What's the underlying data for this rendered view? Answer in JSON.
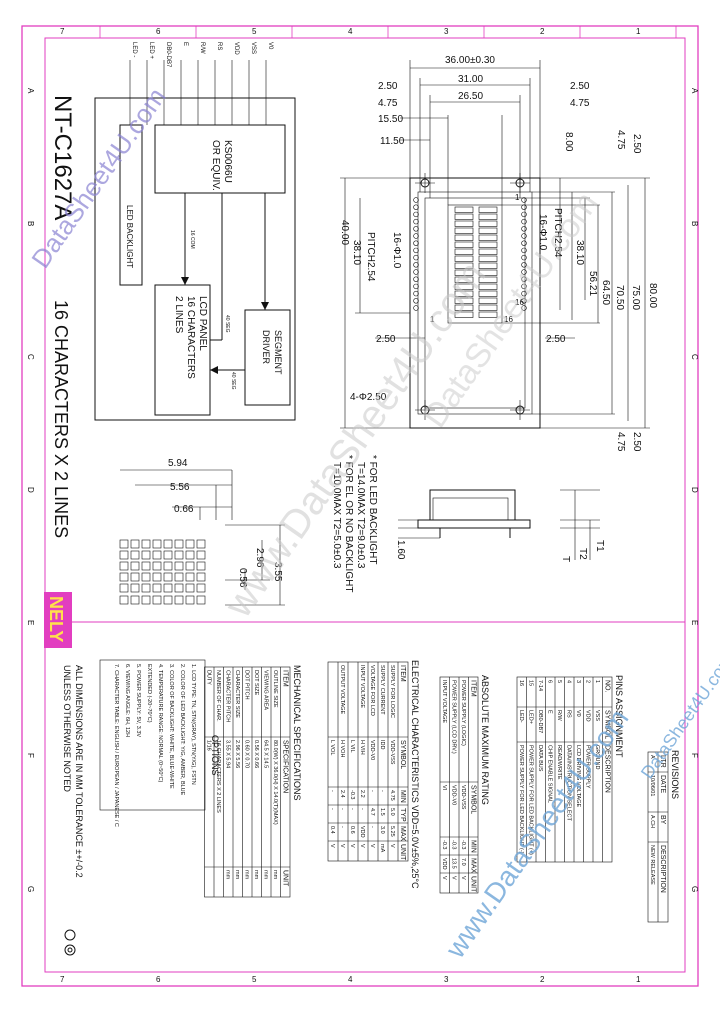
{
  "title": {
    "model": "NT-C1627A",
    "subtitle": "16 CHARACTERS X 2 LINES"
  },
  "logo": {
    "text": "NELY"
  },
  "watermarks": [
    "DataSheet4U.com",
    "www.DataSheet4U.com",
    "DataSheet4U.com",
    "www.DataSheet4U.com",
    "DataSheet4U.com"
  ],
  "border": {
    "cols_top": [
      "7",
      "6",
      "5",
      "4",
      "3",
      "2",
      "1"
    ],
    "rows_side": [
      "A",
      "B",
      "C",
      "D",
      "E",
      "F",
      "G"
    ]
  },
  "block": {
    "pins": [
      "LED -",
      "LED +",
      "DB0-DB7",
      "E",
      "R/W",
      "RS",
      "VDD",
      "VSS",
      "V0"
    ],
    "controller": [
      "KS0066U",
      "OR EQUIV."
    ],
    "backlight": [
      "LED BACKLIGHT"
    ],
    "lcd": [
      "LCD PANEL",
      "16 CHARACTERS",
      "2 LINES"
    ],
    "segment": [
      "SEGMENT",
      "DRIVER"
    ],
    "com_label": "16 COM",
    "seg_label": "40 SEG",
    "seg_label2": "40 SEG"
  },
  "dims_top": {
    "overall": "36.00±0.30",
    "d31": "31.00",
    "d2650": "26.50",
    "d250a": "2.50",
    "d250b": "2.50",
    "d475a": "4.75",
    "d475b": "4.75",
    "d1550": "15.50",
    "d1150": "11.50"
  },
  "dims_right": {
    "d800": "8.00",
    "d475": "4.75",
    "d250": "2.50",
    "d8000": "80.00",
    "d7500": "75.00",
    "d7050": "70.50",
    "d6450": "64.50",
    "d5621": "56.21",
    "d3810": "38.10",
    "pitch": "PITCH2.54",
    "phi": "16-Φ1.0",
    "d250c": "2.50",
    "d250d": "2.50",
    "d475d": "4.75"
  },
  "dims_left": {
    "d4000": "40.00",
    "d3810": "38.10",
    "pitch": "PITCH2.54",
    "phi": "16-Φ1.0",
    "d250": "2.50",
    "holes": "4-Φ2.50",
    "pin1": "1",
    "pin16": "16",
    "pin1b": "1",
    "pin16b": "16"
  },
  "notes_side": {
    "n1": "* FOR LED BACKLIGHT",
    "n2": "T=14.0MAX  T2=9.0±0.3",
    "n3": "* FOR EL OR NO BACKLIGHT",
    "n4": "T=10.0MAX  T2=5.0±0.3"
  },
  "side_dims": {
    "t": "T",
    "t1": "T1",
    "t2": "T2",
    "d160": "1.60"
  },
  "char_dims": {
    "d594": "5.94",
    "d556": "5.56",
    "d066": "0.66",
    "d355": "3.55",
    "d296": "2.96",
    "d056": "0.56"
  },
  "revisions": {
    "title": "REVISIONS",
    "headers": [
      "LTR",
      "DATE",
      "BY",
      "DESCRIPTION"
    ],
    "rows": [
      [
        "A",
        "10/06/01",
        "A.CH",
        "NEW RELEASE"
      ]
    ]
  },
  "pins_assignment": {
    "title": "PINS ASSIGNMENT",
    "headers": [
      "NO.",
      "SYMBOL",
      "DESCRIPTION"
    ],
    "rows": [
      [
        "1",
        "VSS",
        "GROUND"
      ],
      [
        "2",
        "VDD",
        "POWER SUPPLY"
      ],
      [
        "3",
        "V0",
        "LCD DRIVING VOLTAGE"
      ],
      [
        "4",
        "RS",
        "DATA/INSTRUCTION SELECT"
      ],
      [
        "5",
        "R/W",
        "READ/WRITE"
      ],
      [
        "6",
        "E",
        "CHIP ENABLE SIGNAL"
      ],
      [
        "7-14",
        "DB0-DB7",
        "DATA BUS"
      ],
      [
        "15",
        "LED+",
        "POWER SUPPLY FOR LED BACKLIGHT (+)"
      ],
      [
        "16",
        "LED-",
        "POWER SUPPLY FOR LED BACKLIGHT (-)"
      ]
    ]
  },
  "abs_max": {
    "title": "ABSOLUTE MAXIMUM RATING",
    "headers": [
      "ITEM",
      "SYMBOL",
      "MIN",
      "MAX",
      "UNIT"
    ],
    "rows": [
      [
        "POWER SUPPLY (LOGIC)",
        "VDD-VSS",
        "-0.3",
        "7.0",
        "V"
      ],
      [
        "POWER SUPPLY (LCD DRV.)",
        "VDD-V0",
        "-0.3",
        "13.5",
        "V"
      ],
      [
        "INPUT VOLTAGE",
        "VI",
        "-0.3",
        "VDD",
        "V"
      ]
    ]
  },
  "elec": {
    "title": "ELECTRICAL CHARACTERISTICS  VDD=5.0V±5%,25°C",
    "headers": [
      "ITEM",
      "SYMBOL",
      "MIN",
      "TYP",
      "MAX",
      "UNIT"
    ],
    "rows": [
      [
        "SUPPLY FOR LOGIC",
        "VDD-VSS",
        "4.75",
        "5.0",
        "5.25",
        "V"
      ],
      [
        "SUPPLY CURRENT",
        "IDD",
        "-",
        "1.5",
        "3.0",
        "mA"
      ],
      [
        "VOLTAGE FOR LCD",
        "VDD-V0",
        "-",
        "4.7",
        "-",
        "V"
      ],
      [
        "INPUT VOLTAGE",
        "H  VIH",
        "2.2",
        "-",
        "VDD",
        "V"
      ],
      [
        "",
        "L  VIL",
        "-0.3",
        "-",
        "0.6",
        "V"
      ],
      [
        "OUTPUT VOLTAGE",
        "H  VOH",
        "2.4",
        "-",
        "-",
        "V"
      ],
      [
        "",
        "L  VOL",
        "-",
        "-",
        "0.4",
        "V"
      ]
    ]
  },
  "mech": {
    "title": "MECHANICAL SPECIFICATIONS",
    "headers": [
      "ITEM",
      "SPECIFICATION",
      "UNIT"
    ],
    "rows": [
      [
        "OUTLINE SIZE",
        "80.0(W) X 36.0(H) X 14.0(T)(MAX)",
        "mm"
      ],
      [
        "VIEWING AREA",
        "64.5 X 14.5",
        "mm"
      ],
      [
        "DOT SIZE",
        "0.56 X 0.66",
        "mm"
      ],
      [
        "DOT PITCH",
        "0.60 X 0.70",
        "mm"
      ],
      [
        "CHARACTER SIZE",
        "2.96 X 5.56",
        "mm"
      ],
      [
        "CHARACTER PITCH",
        "3.55 X 5.94",
        "mm"
      ],
      [
        "NUMBER OF CHAR.",
        "16 CHARACTERS X 2 LINES",
        ""
      ],
      [
        "DUTY",
        "1/16",
        ""
      ]
    ]
  },
  "options": {
    "title": "OPTIONS",
    "items": [
      "1. LCD TYPE: TN, STN(GRAY), STN(Y/G), FSTN",
      "2. COLOR OF LED BACKLIGHT: Y/G, AMBER, BLUE",
      "3. COLOR OF BACKLIGHT: WHITE, BLUE-WHITE",
      "4. TEMPERATURE RANGE: NORMAL (0~50°C)",
      "                      EXTENDED (-20~70°C)",
      "5. POWER SUPPLY: 5V, 3.3V",
      "6. VIEWING ANGLE: 6H, 12H",
      "7. CHARACTER TABLE: ENGLISH / EUROPEAN / JAPANESE / C"
    ]
  },
  "footer": {
    "line1": "ALL DIMENSIONS ARE IN MM  TOLERANCE ±+/-0.2",
    "line2": "UNLESS OTHERWISE NOTED"
  }
}
